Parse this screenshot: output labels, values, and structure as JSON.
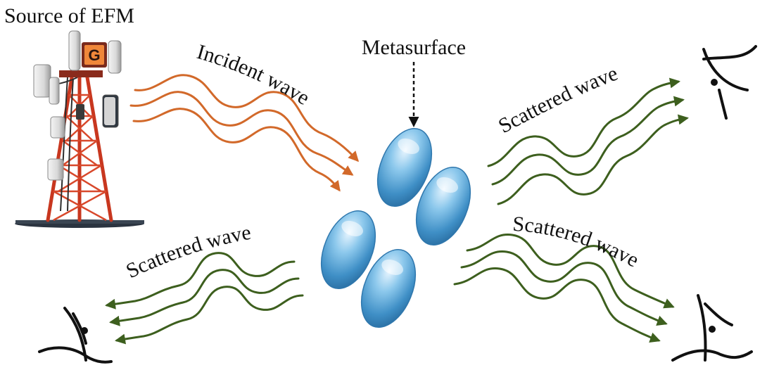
{
  "labels": {
    "source": "Source of EFM",
    "metasurface": "Metasurface",
    "incident": "Incident wave",
    "scattered_top_right": "Scattered wave",
    "scattered_bottom_left": "Scattered wave",
    "scattered_bottom_right": "Scattered wave",
    "tower_badge": "G"
  },
  "icons": {
    "tower": "cell-tower-icon",
    "observer": "eye-icon",
    "metasurface_elements": "ellipsoid-icon"
  },
  "colors": {
    "incident_wave": "#d2692a",
    "scattered_wave": "#3d5f1e",
    "tower_steel": "#c8371f",
    "ellipsoid": "#5aa6d6",
    "text": "#111111"
  }
}
